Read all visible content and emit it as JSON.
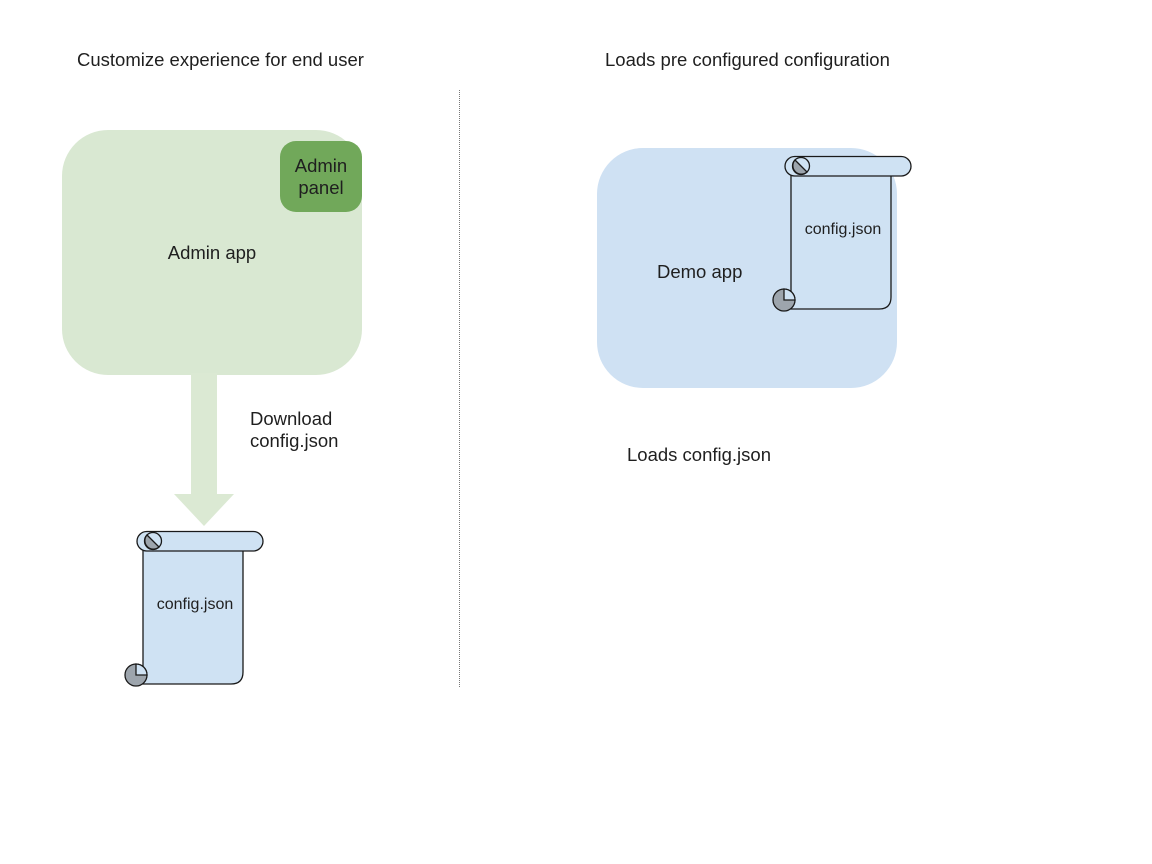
{
  "diagram": {
    "left": {
      "title": "Customize experience for end user",
      "admin_app_label": "Admin app",
      "admin_panel_label": "Admin panel",
      "download_label": "Download\nconfig.json",
      "config_file_label": "config.json"
    },
    "right": {
      "title": "Loads pre configured configuration",
      "demo_app_label": "Demo app",
      "config_file_label": "config.json",
      "caption": "Loads config.json"
    },
    "colors": {
      "admin_app_fill": "#d9e8d2",
      "admin_panel_fill": "#71a85a",
      "download_arrow_fill": "#dbe9d3",
      "demo_app_fill": "#cfe1f3",
      "scroll_fill": "#cfe2f3",
      "scroll_roll_gray": "#9da5ad",
      "shape_outline": "#1a1a1a",
      "text_color": "#1f1f1f",
      "divider_color": "#777777",
      "background": "#ffffff"
    }
  }
}
